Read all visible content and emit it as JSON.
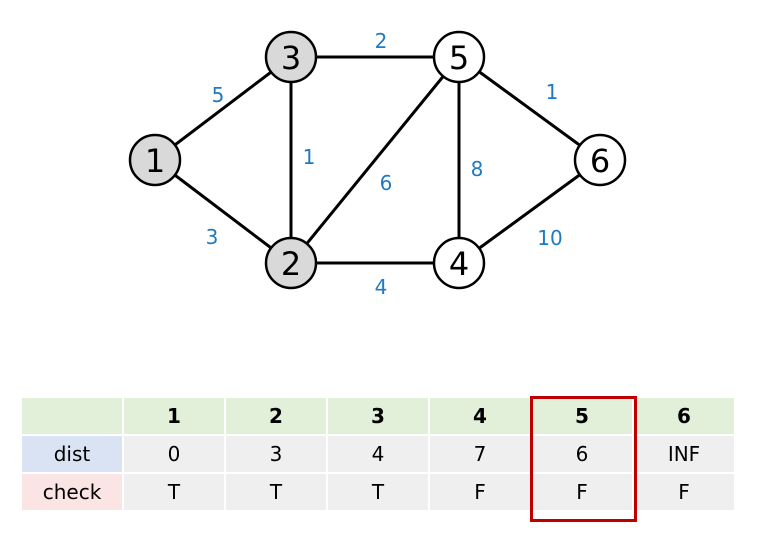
{
  "graph": {
    "nodes": [
      {
        "id": "1",
        "label": "1",
        "visited": true
      },
      {
        "id": "2",
        "label": "2",
        "visited": true
      },
      {
        "id": "3",
        "label": "3",
        "visited": true
      },
      {
        "id": "4",
        "label": "4",
        "visited": false
      },
      {
        "id": "5",
        "label": "5",
        "visited": false
      },
      {
        "id": "6",
        "label": "6",
        "visited": false
      }
    ],
    "edges": [
      {
        "from": "1",
        "to": "3",
        "weight": "5"
      },
      {
        "from": "1",
        "to": "2",
        "weight": "3"
      },
      {
        "from": "3",
        "to": "5",
        "weight": "2"
      },
      {
        "from": "3",
        "to": "2",
        "weight": "1"
      },
      {
        "from": "2",
        "to": "5",
        "weight": "6"
      },
      {
        "from": "2",
        "to": "4",
        "weight": "4"
      },
      {
        "from": "5",
        "to": "4",
        "weight": "8"
      },
      {
        "from": "5",
        "to": "6",
        "weight": "1"
      },
      {
        "from": "4",
        "to": "6",
        "weight": "10"
      }
    ],
    "colors": {
      "visited_fill": "#d9d9d9",
      "unvisited_fill": "#ffffff",
      "edge": "#000000",
      "weight_text": "#1f7ac2"
    }
  },
  "table": {
    "header": [
      "",
      "1",
      "2",
      "3",
      "4",
      "5",
      "6"
    ],
    "rows": [
      {
        "label": "dist",
        "values": [
          "0",
          "3",
          "4",
          "7",
          "6",
          "INF"
        ]
      },
      {
        "label": "check",
        "values": [
          "T",
          "T",
          "T",
          "F",
          "F",
          "F"
        ]
      }
    ],
    "highlighted_column": "5",
    "colors": {
      "header_bg": "#e2efd9",
      "dist_label_bg": "#dae3f3",
      "check_label_bg": "#fbe4e4",
      "cell_bg": "#efefef",
      "highlight_border": "#c00000"
    }
  }
}
